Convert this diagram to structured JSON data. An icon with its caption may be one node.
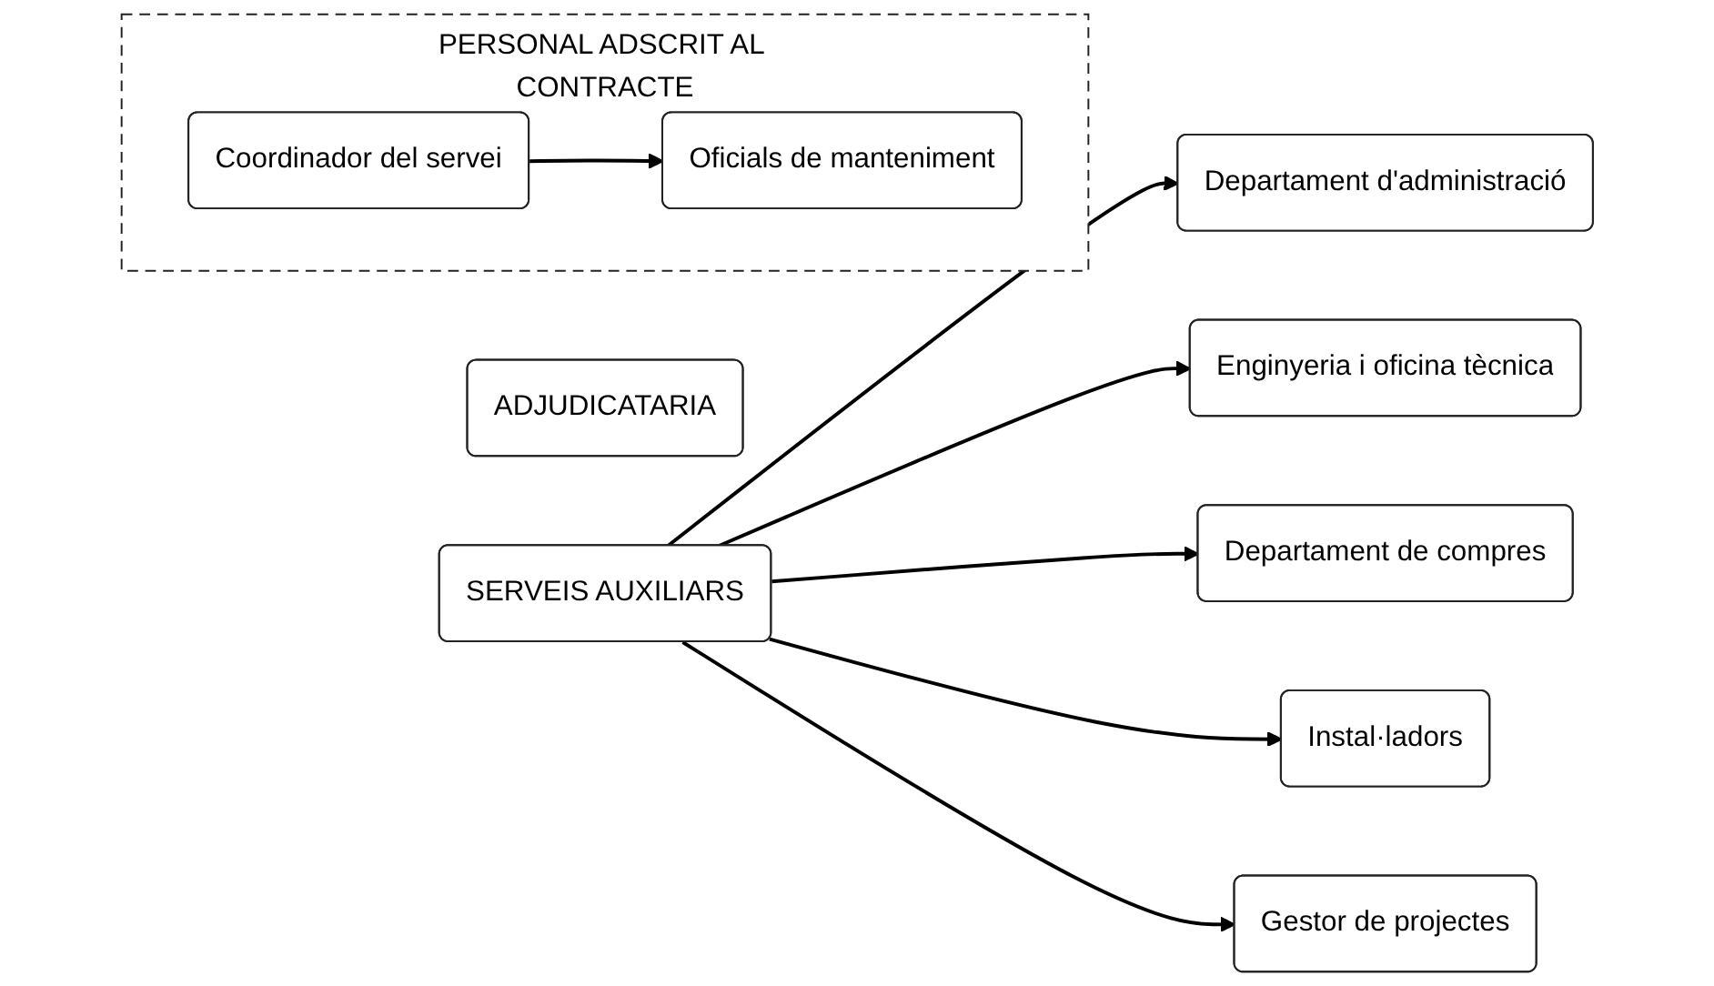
{
  "diagram": {
    "nodes": [
      {
        "text": [
          "ADJUDICATARIA"
        ]
      },
      {
        "text": [
          "PERSONAL ADSCRIT AL CONTRACTE"
        ]
      },
      {
        "text": [
          "Coordinador del servei"
        ],
        "in": 1
      },
      {
        "text": [
          "Oficials de manteniment"
        ],
        "in": 1
      },
      {
        "text": [
          "SERVEIS AUXILIARS"
        ]
      },
      {
        "text": [
          "Departament d'administració"
        ]
      },
      {
        "text": [
          "Enginyeria i oficina tècnica"
        ]
      },
      {
        "text": [
          "Departament de compres"
        ]
      },
      {
        "text": [
          "Instal·ladors"
        ]
      },
      {
        "text": [
          "Gestor de projectes"
        ]
      }
    ],
    "edges": [
      {
        "from": 2,
        "to": 3,
        "arrow": "to"
      },
      {
        "from": 4,
        "to": 5,
        "arrow": "to"
      },
      {
        "from": 4,
        "to": 6,
        "arrow": "to"
      },
      {
        "from": 4,
        "to": 7,
        "arrow": "to"
      },
      {
        "from": 4,
        "to": 8,
        "arrow": "to"
      },
      {
        "from": 4,
        "to": 9,
        "arrow": "to"
      }
    ]
  }
}
